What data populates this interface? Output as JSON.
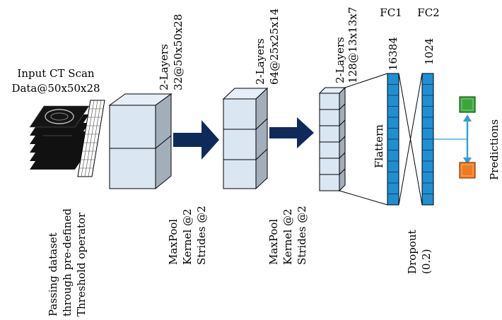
{
  "input": {
    "title_line1": "Input CT Scan",
    "title_line2": "Data@50x50x28",
    "caption": [
      "Passing dataset",
      "through pre-defined",
      "Threshold operator"
    ]
  },
  "block1": {
    "layers": "2-Layers",
    "shape": "32@50x50x28",
    "pool": [
      "MaxPool",
      "Kernel @2",
      "Strides @2"
    ]
  },
  "block2": {
    "layers": "2-Layers",
    "shape": "64@25x25x14",
    "pool": [
      "MaxPool",
      "Kernel @2",
      "Strides @2"
    ]
  },
  "block3": {
    "layers": "2-Layers",
    "shape": "128@13x13x7"
  },
  "fc1": {
    "name": "FC1",
    "units": "16384",
    "label": "Flattern"
  },
  "fc2": {
    "name": "FC2",
    "units": "1024",
    "label": [
      "Dropout",
      "(0.2)"
    ]
  },
  "output": {
    "label": "Predictions"
  },
  "colors": {
    "cube_front": "#dae6f2",
    "cube_top": "#e6eef7",
    "cube_side": "#a3aebb",
    "arrow": "#0f2a5a",
    "fc": "#1f8fd2",
    "green": "#3aa63a",
    "orange": "#f07a1f",
    "prediction_line": "#2d9fd9"
  }
}
